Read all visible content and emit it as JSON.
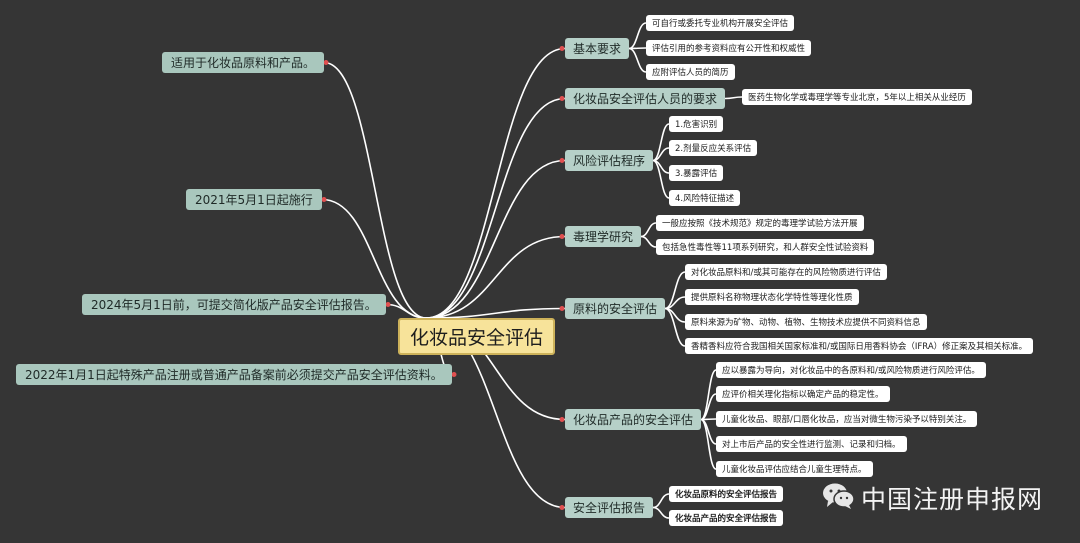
{
  "root": "化妆品安全评估",
  "left_notes": [
    "适用于化妆品原料和产品。",
    "2021年5月1日起施行",
    "2024年5月1日前，可提交简化版产品安全评估报告。",
    "2022年1月1日起特殊产品注册或普通产品备案前必须提交产品安全评估资料。"
  ],
  "branches": [
    {
      "label": "基本要求",
      "children": [
        "可自行或委托专业机构开展安全评估",
        "评估引用的参考资料应有公开性和权威性",
        "应附评估人员的简历"
      ]
    },
    {
      "label": "化妆品安全评估人员的要求",
      "children": [
        "医药生物化学或毒理学等专业北京，5年以上相关从业经历"
      ]
    },
    {
      "label": "风险评估程序",
      "children": [
        "1.危害识别",
        "2.剂量反应关系评估",
        "3.暴露评估",
        "4.风险特征描述"
      ]
    },
    {
      "label": "毒理学研究",
      "children": [
        "一般应按照《技术规范》规定的毒理学试验方法开展",
        "包括急性毒性等11项系列研究，和人群安全性试验资料"
      ]
    },
    {
      "label": "原料的安全评估",
      "children": [
        "对化妆品原料和/或其可能存在的风险物质进行评估",
        "提供原料名称物理状态化学特性等理化性质",
        "原料来源为矿物、动物、植物、生物技术应提供不同资料信息",
        "香精香料应符合我国相关国家标准和/或国际日用香料协会（IFRA）修正案及其相关标准。"
      ]
    },
    {
      "label": "化妆品产品的安全评估",
      "children": [
        "应以暴露为导向，对化妆品中的各原料和/或风险物质进行风险评估。",
        "应评价相关理化指标以确定产品的稳定性。",
        "儿童化妆品、眼部/口唇化妆品，应当对微生物污染予以特别关注。",
        "对上市后产品的安全性进行监测、记录和归档。",
        "儿童化妆品评估应结合儿童生理特点。"
      ]
    },
    {
      "label": "安全评估报告",
      "children": [
        "化妆品原料的安全评估报告",
        "化妆品产品的安全评估报告"
      ]
    }
  ],
  "watermark": "中国注册申报网",
  "colors": {
    "background": "#353535",
    "root_fill": "#f7e39a",
    "branch_fill": "#b6d0c8",
    "left_fill": "#a9c7bd",
    "leaf_fill": "#ffffff",
    "line": "#ffffff",
    "wechat_fill": "#e6e6e6"
  },
  "icons": [
    "wechat-icon"
  ]
}
